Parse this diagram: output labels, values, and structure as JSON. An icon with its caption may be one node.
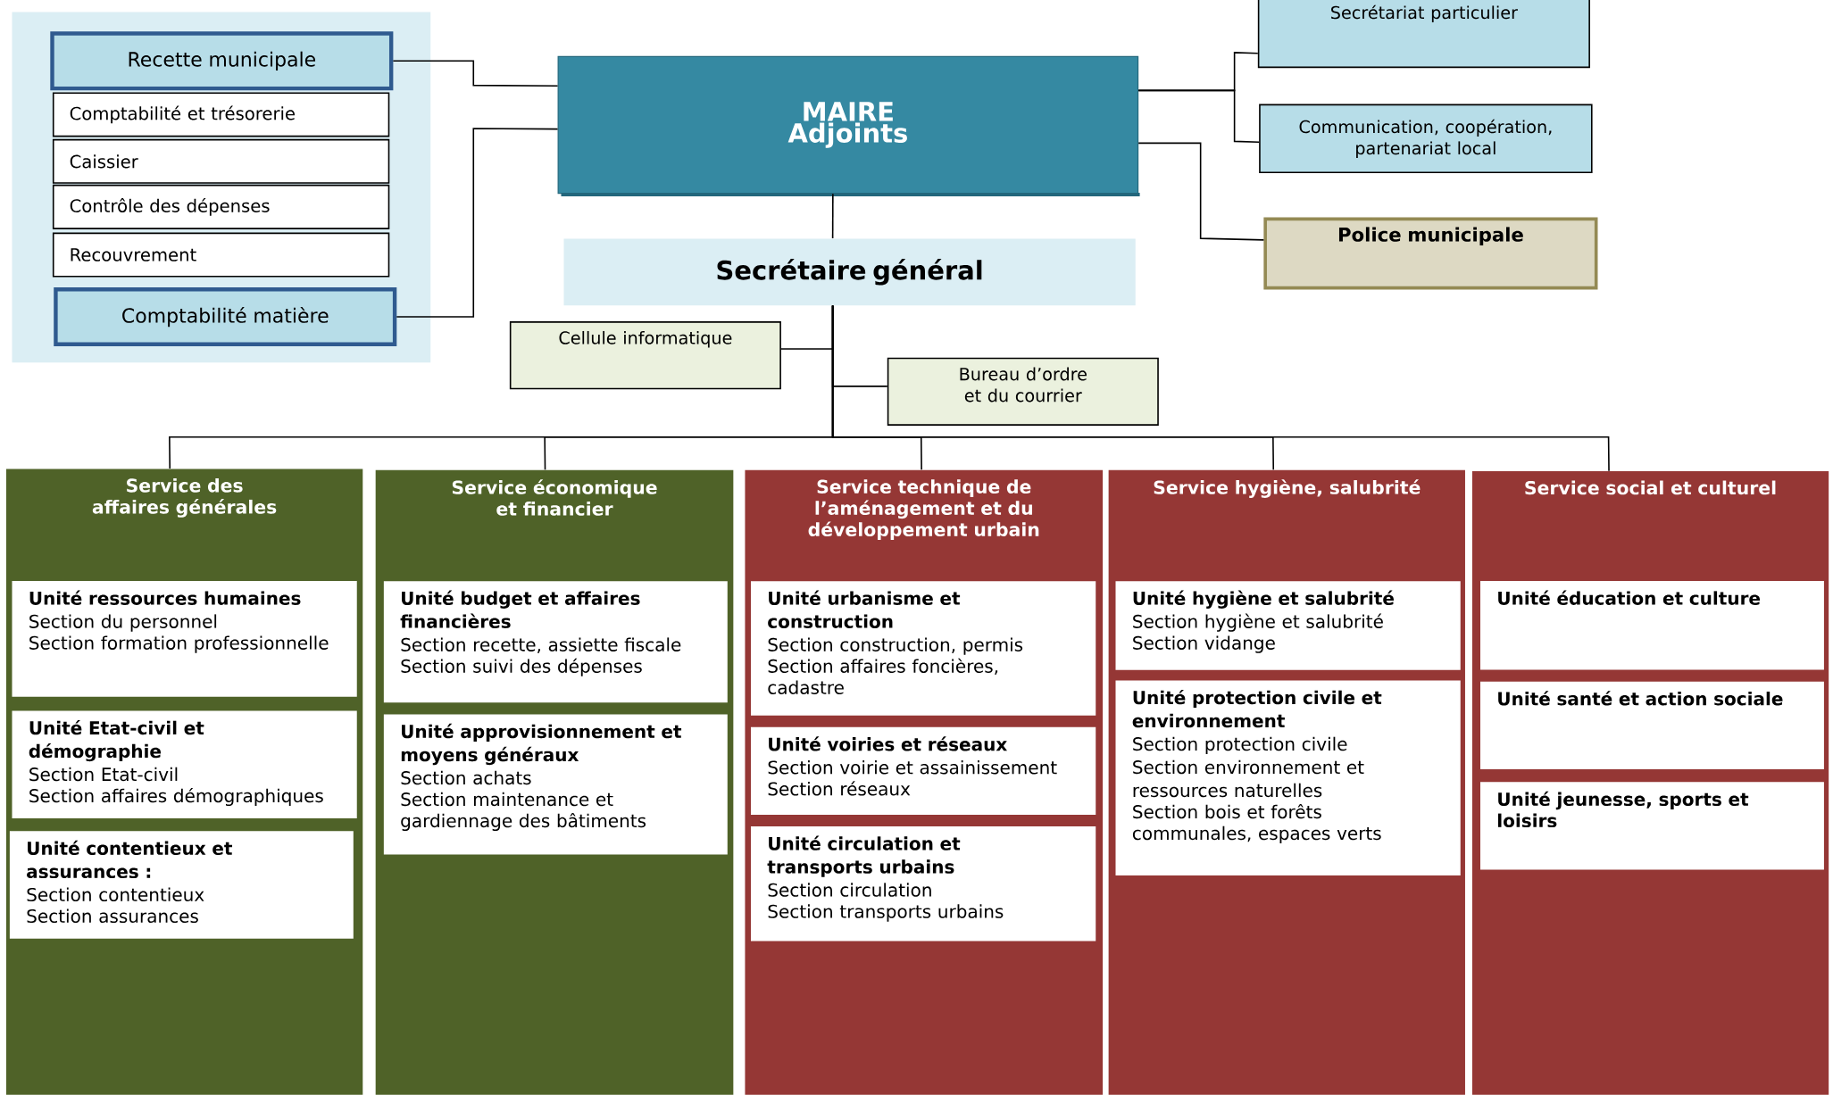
{
  "diagram": {
    "nodes": [
      {
        "text": [],
        "shape": "box"
      },
      {
        "text": [
          "Recette municipale"
        ],
        "in": 0
      },
      {
        "text": [
          "Comptabilité et trésorerie"
        ],
        "in": 0
      },
      {
        "text": [
          "Caissier"
        ],
        "in": 0
      },
      {
        "text": [
          "Contrôle des dépenses"
        ],
        "in": 0
      },
      {
        "text": [
          "Recouvrement"
        ],
        "in": 0
      },
      {
        "text": [
          "Comptabilité matière"
        ],
        "in": 0
      },
      {
        "text": [
          "MAIRE",
          "Adjoints"
        ]
      },
      {
        "text": [
          "Secrétariat particulier"
        ]
      },
      {
        "text": [
          "Communication, coopération, partenariat local"
        ]
      },
      {
        "text": [
          "Police municipale"
        ]
      },
      {
        "text": [
          "Secrétaire général"
        ]
      },
      {
        "text": [
          "Cellule informatique"
        ]
      },
      {
        "text": [
          "Bureau d’ordre et du courrier"
        ]
      },
      {
        "text": [
          "Service des affaires générales"
        ]
      },
      {
        "text": [
          "Unité ressources humaines",
          "Section du personnel",
          "Section formation professionnelle"
        ],
        "in": 14
      },
      {
        "text": [
          "Unité Etat-civil et démographie",
          "Section Etat-civil",
          "Section affaires démographiques"
        ],
        "in": 14
      },
      {
        "text": [
          "Unité contentieux et assurances :",
          "Section contentieux",
          "Section assurances"
        ],
        "in": 14
      },
      {
        "text": [
          "Service économique et financier"
        ]
      },
      {
        "text": [
          "Unité budget et affaires financières",
          "Section recette, assiette fiscale",
          "Section suivi des dépenses"
        ],
        "in": 18
      },
      {
        "text": [
          "Unité approvisionnement et moyens généraux",
          "Section achats",
          "Section maintenance et gardiennage des bâtiments"
        ],
        "in": 18
      },
      {
        "text": [
          "Service technique de l’aménagement et du développement urbain"
        ]
      },
      {
        "text": [
          "Unité urbanisme et construction",
          "Section construction, permis",
          "Section affaires foncières, cadastre"
        ],
        "in": 21
      },
      {
        "text": [
          "Unité voiries et réseaux",
          "Section voirie et assainissement",
          "Section réseaux"
        ],
        "in": 21
      },
      {
        "text": [
          "Unité circulation et transports urbains",
          "Section circulation",
          "Section transports urbains"
        ],
        "in": 21
      },
      {
        "text": [
          "Service hygiène, salubrité"
        ]
      },
      {
        "text": [
          "Unité hygiène et salubrité",
          "Section hygiène et salubrité",
          "Section vidange"
        ],
        "in": 25
      },
      {
        "text": [
          "Unité protection civile et environnement",
          "Section protection civile",
          "Section environnement et ressources naturelles",
          "Section bois et forêts communales, espaces verts"
        ],
        "in": 25
      },
      {
        "text": [
          "Service social et culturel"
        ]
      },
      {
        "text": [
          "Unité éducation et culture"
        ],
        "in": 28
      },
      {
        "text": [
          "Unité santé et action sociale"
        ],
        "in": 28
      },
      {
        "text": [
          "Unité jeunesse, sports et loisirs"
        ],
        "in": 28
      }
    ],
    "edges": [
      {
        "from": 1,
        "to": 7,
        "arrow": "none"
      },
      {
        "from": 6,
        "to": 7,
        "arrow": "none"
      },
      {
        "from": 7,
        "to": 8,
        "arrow": "none"
      },
      {
        "from": 7,
        "to": 9,
        "arrow": "none"
      },
      {
        "from": 7,
        "to": 10,
        "arrow": "none"
      },
      {
        "from": 7,
        "to": 11,
        "arrow": "none"
      },
      {
        "from": 11,
        "to": 12,
        "arrow": "none"
      },
      {
        "from": 11,
        "to": 13,
        "arrow": "none"
      },
      {
        "from": 11,
        "to": 14,
        "arrow": "none"
      },
      {
        "from": 11,
        "to": 18,
        "arrow": "none"
      },
      {
        "from": 11,
        "to": 21,
        "arrow": "none"
      },
      {
        "from": 11,
        "to": 25,
        "arrow": "none"
      },
      {
        "from": 11,
        "to": 28,
        "arrow": "none"
      }
    ]
  }
}
